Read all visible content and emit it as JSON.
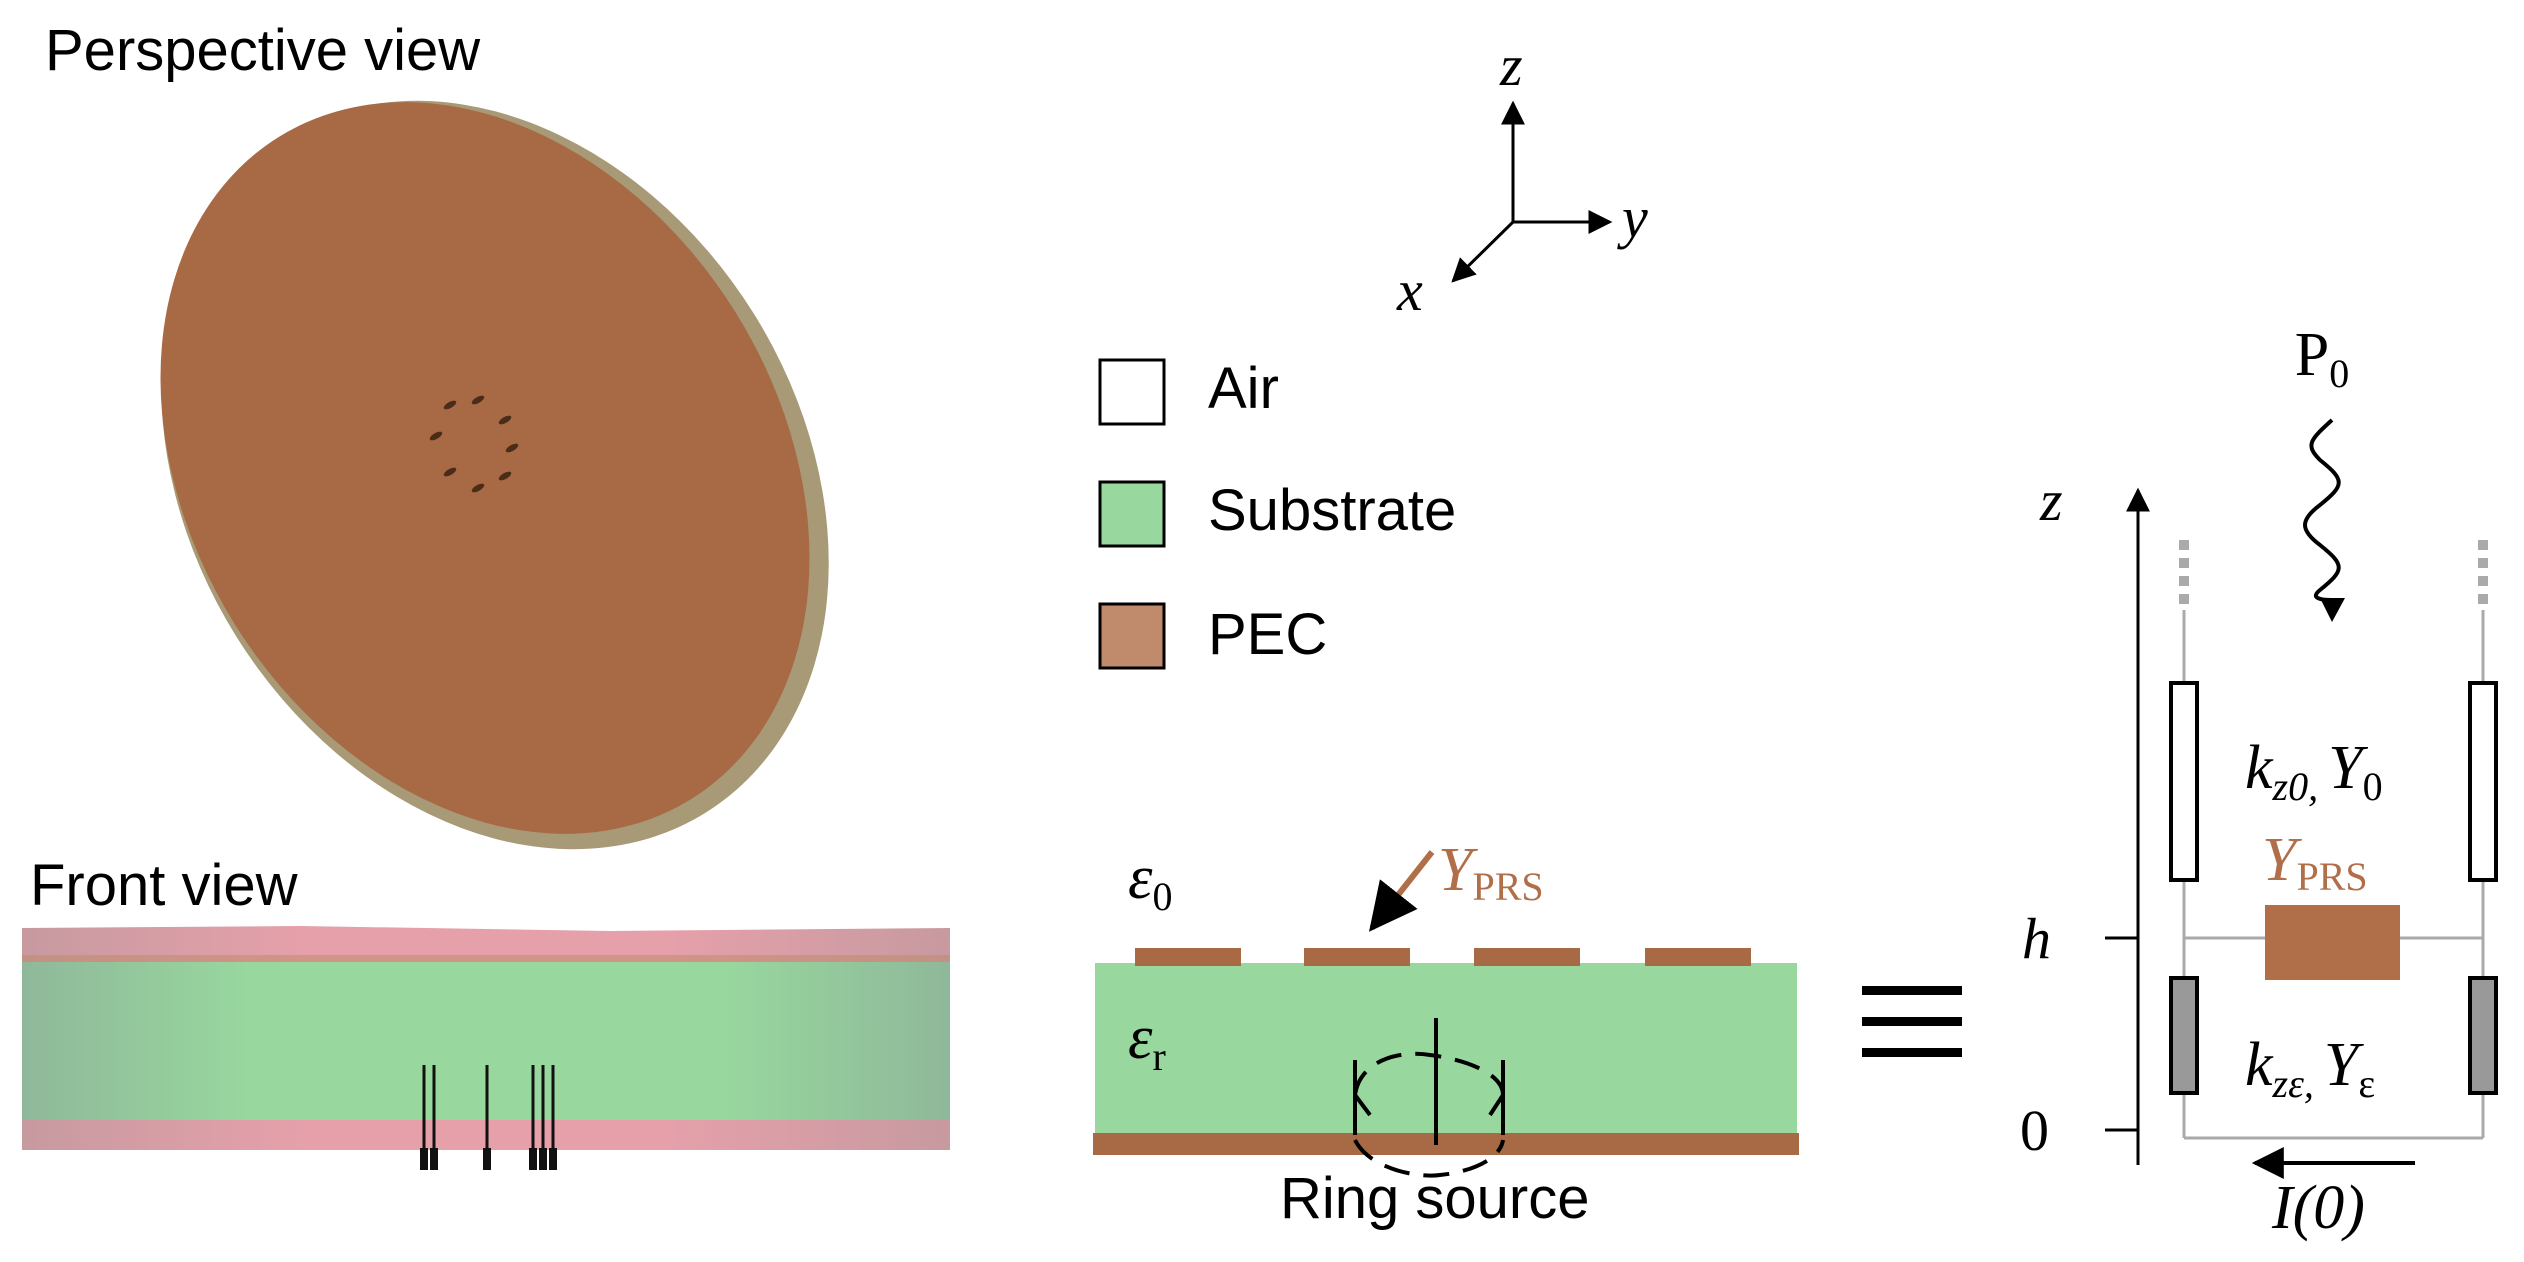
{
  "panels": {
    "perspective_title": "Perspective view",
    "front_title": "Front view"
  },
  "axes": {
    "z": "z",
    "y": "y",
    "x": "x"
  },
  "legend": [
    {
      "label": "Air",
      "color": "#ffffff"
    },
    {
      "label": "Substrate",
      "color": "#98d89e"
    },
    {
      "label": "PEC",
      "color": "#c08a6c"
    }
  ],
  "cross_section": {
    "eps0_base": "ε",
    "eps0_sub": "0",
    "epsr_base": "ε",
    "epsr_sub": "r",
    "yprs_base": "Y",
    "yprs_sub": "PRS",
    "ring_source": "Ring source",
    "equiv_symbol": "≡"
  },
  "circuit": {
    "p0_base": "P",
    "p0_sub": "0",
    "z_label": "z",
    "h_label": "h",
    "zero_label": "0",
    "top_k_base": "k",
    "top_k_sub": "z0,",
    "top_y_base": "Y",
    "top_y_sub": "0",
    "yprs_base": "Y",
    "yprs_sub": "PRS",
    "bot_k_base": "k",
    "bot_k_sub": "zε,",
    "bot_y_base": "Y",
    "bot_y_sub": "ε",
    "current_label": "I(0)"
  },
  "colors": {
    "pec": "#a76a45",
    "pec_rim": "#a89a76",
    "substrate": "#98d89e",
    "substrate_edge": "#8fb89a",
    "cover": "#e5a0aa",
    "legend_pec": "#c08a6c",
    "circuit_pec": "#b06f48"
  }
}
